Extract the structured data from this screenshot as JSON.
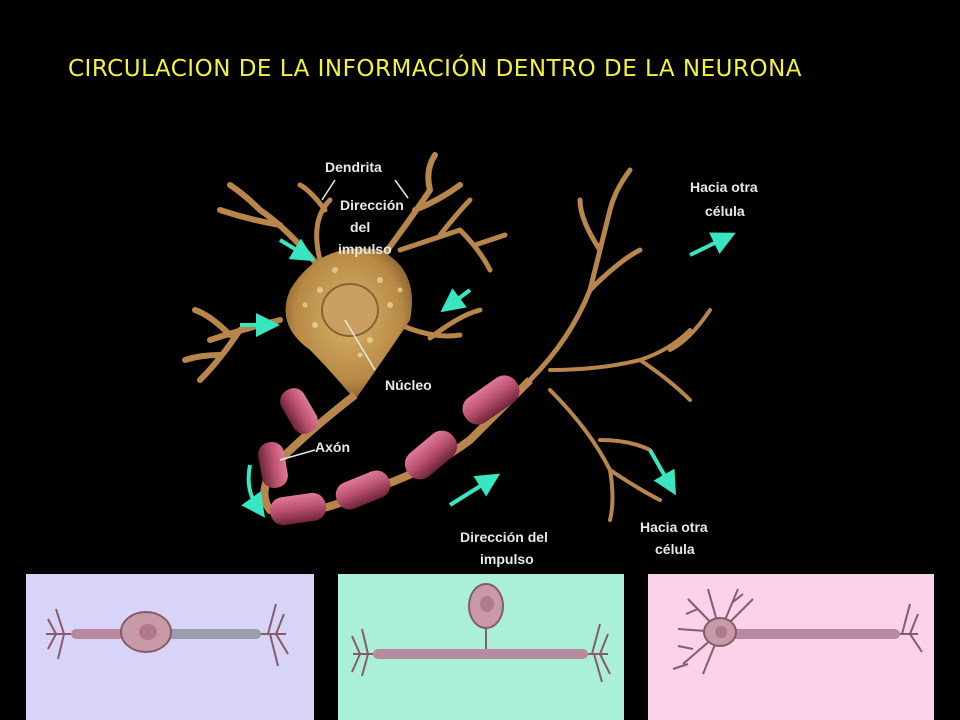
{
  "title": "CIRCULACION DE LA INFORMACIÓN DENTRO DE LA NEURONA",
  "labels": {
    "dendrita": "Dendrita",
    "direccion_dendrita": [
      "Dirección",
      "del",
      "impulso"
    ],
    "nucleo": "Núcleo",
    "axon": "Axón",
    "hacia_otra_1": [
      "Hacia otra",
      "célula"
    ],
    "hacia_otra_2": [
      "Hacia otra",
      "célula"
    ],
    "direccion_axon": [
      "Dirección del",
      "impulso"
    ]
  },
  "panels": [
    {
      "type": "bipolar",
      "background": "#d8d4f7"
    },
    {
      "type": "unipolar",
      "background": "#aaf0d8"
    },
    {
      "type": "multipolar",
      "background": "#fbd2ea"
    }
  ],
  "colors": {
    "title": "#f5f23a",
    "dendrite": "#b8864a",
    "myelin": "#b8506e",
    "arrow": "#39e6c2",
    "label": "#e8e8e8"
  }
}
